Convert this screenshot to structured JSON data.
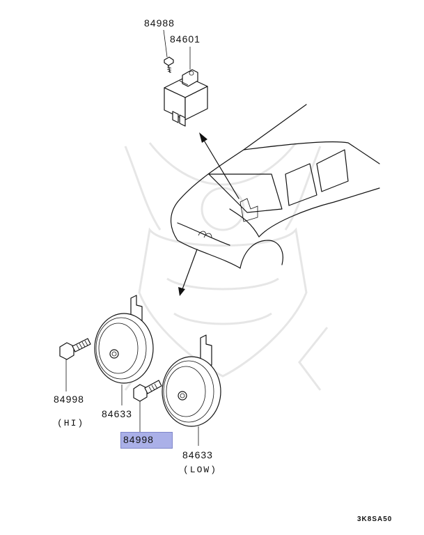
{
  "labels": {
    "screw_84988": "84988",
    "relay_84601": "84601",
    "bolt_hi_84998": "84998",
    "hi_note": "(HI)",
    "horn_hi_84633": "84633",
    "bolt_low_84998": "84998",
    "horn_low_84633": "84633",
    "low_note": "(LOW)",
    "diagram_code": "3K8SA50"
  },
  "colors": {
    "highlight": "#aab0e8",
    "line": "#111111",
    "watermark": "#e6e6e6"
  },
  "icons": [
    "relay-icon",
    "screw-icon",
    "bolt-icon",
    "horn-icon",
    "vehicle-outline",
    "arrow-icon",
    "watermark-logo"
  ]
}
